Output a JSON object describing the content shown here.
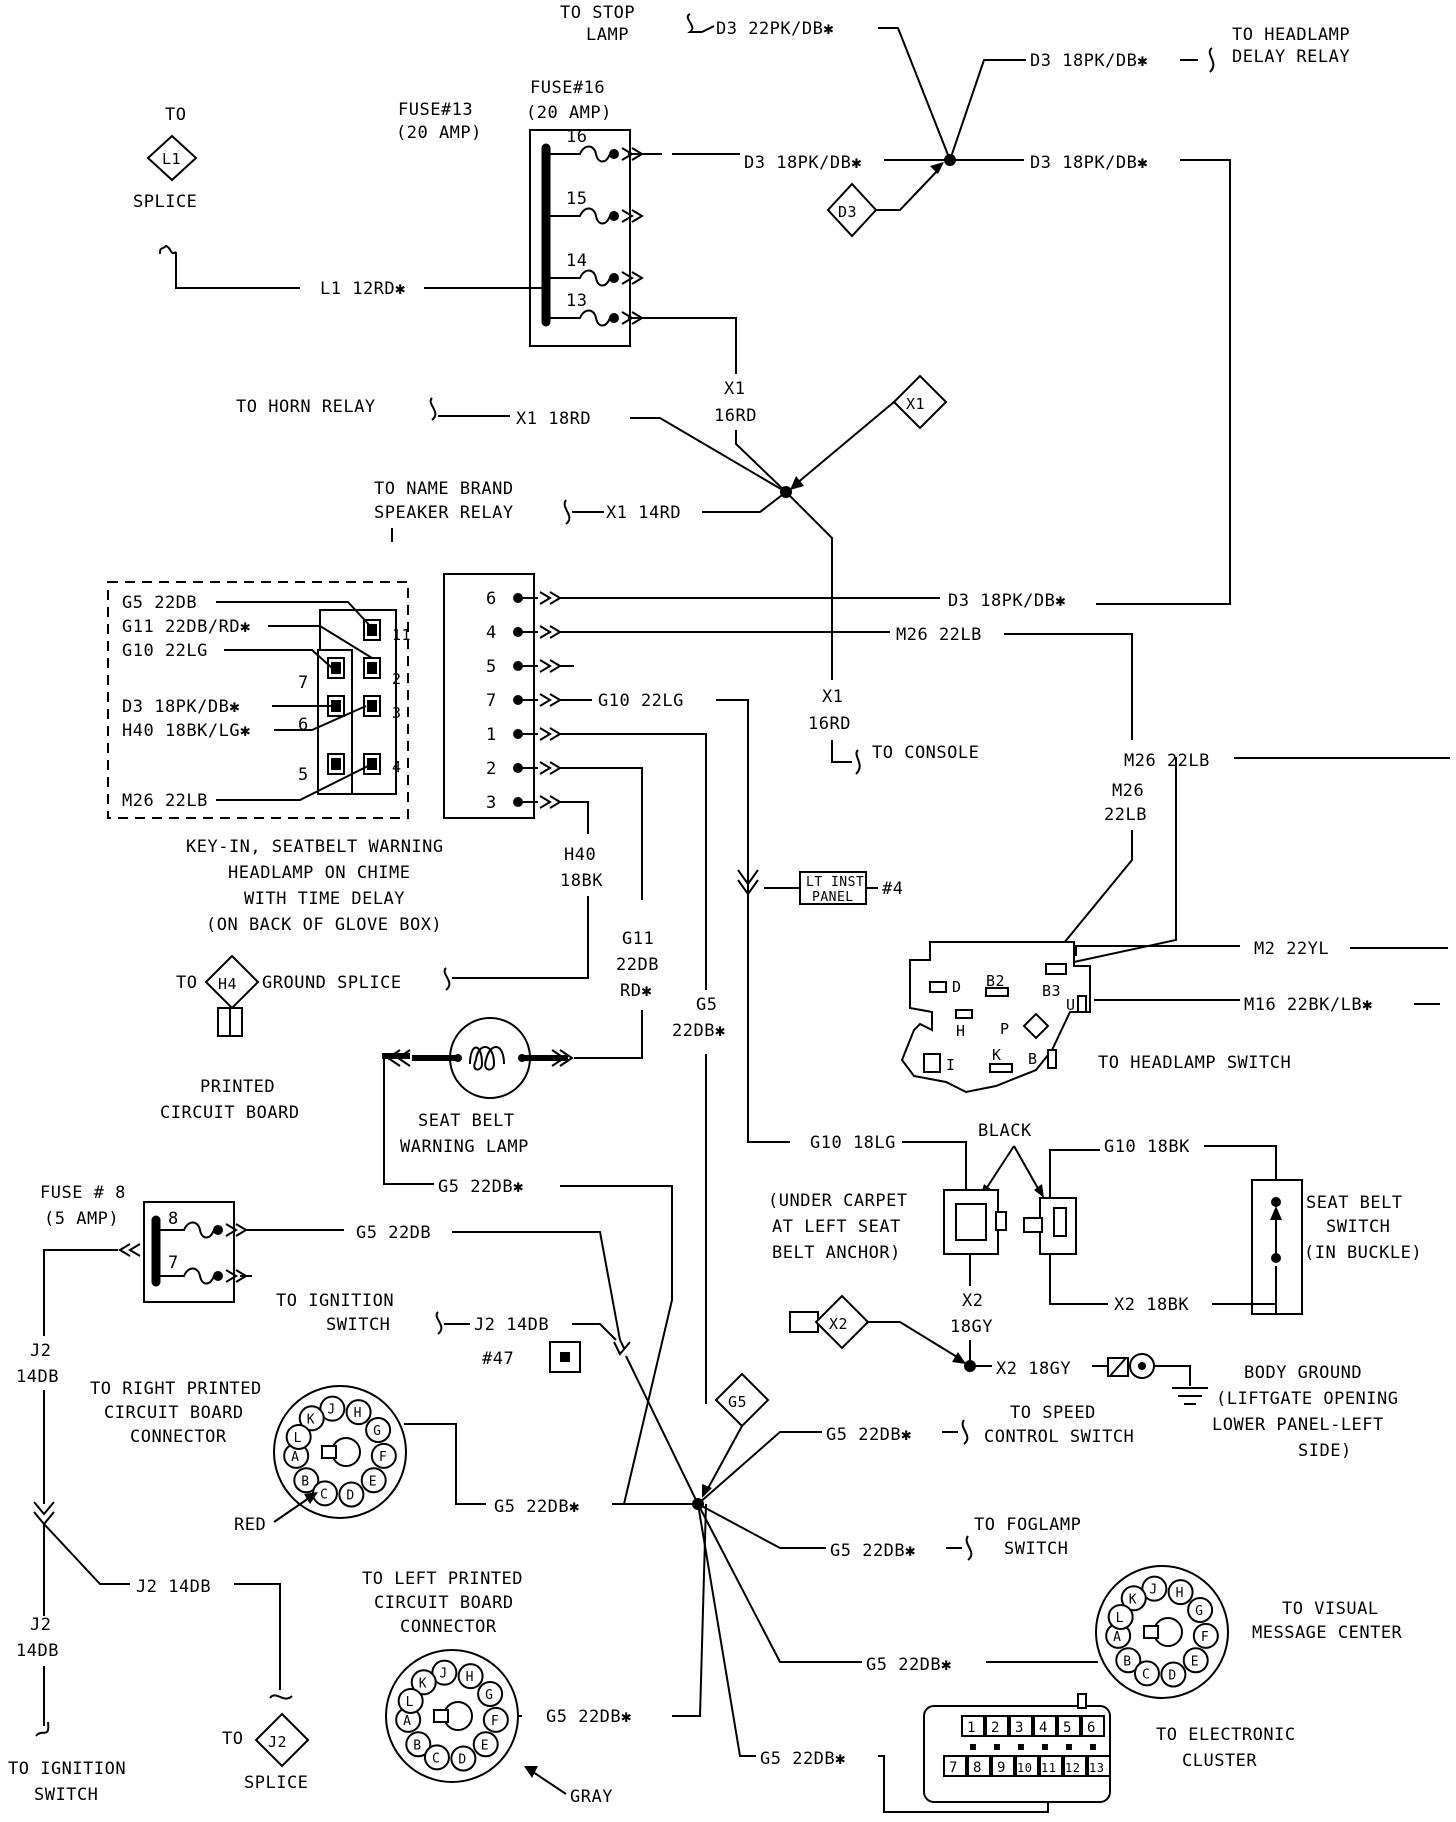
{
  "stop": {
    "l1": "TO STOP",
    "l2": "LAMP",
    "w": "D3 22PK/DB✱"
  },
  "hdr": {
    "l1": "TO HEADLAMP",
    "l2": "DELAY RELAY",
    "w": "D3 18PK/DB✱"
  },
  "fuse13": {
    "l1": "FUSE#13",
    "l2": "(20 AMP)"
  },
  "fuse16": {
    "l1": "FUSE#16",
    "l2": "(20 AMP)"
  },
  "fuse_nums": [
    "16",
    "15",
    "14",
    "13"
  ],
  "splice_l1": {
    "to": "TO",
    "id": "L1",
    "label": "SPLICE"
  },
  "w_l1": "L1 12RD✱",
  "w_d3_f16": "D3 18PK/DB✱",
  "w_d3_right": "D3 18PK/DB✱",
  "d3_tag": "D3",
  "x1_tag": "X1",
  "horn": {
    "label": "TO HORN RELAY",
    "w": "X1 18RD"
  },
  "x1_16rd": {
    "l1": "X1",
    "l2": "16RD"
  },
  "namebrand": {
    "l1": "TO NAME BRAND",
    "l2": "SPEAKER RELAY",
    "w": "X1 14RD"
  },
  "x1_lower": {
    "l1": "X1",
    "l2": "16RD",
    "console": "TO CONSOLE"
  },
  "chime_pins": [
    "6",
    "4",
    "5",
    "7",
    "1",
    "2",
    "3"
  ],
  "w_pin6": "D3 18PK/DB✱",
  "w_pin4": "M26 22LB",
  "w_pin7": "G10 22LG",
  "dash_labels": [
    "G5 22DB",
    "G11 22DB/RD✱",
    "G10 22LG",
    "D3 18PK/DB✱",
    "H40 18BK/LG✱",
    "M26 22LB"
  ],
  "dash_nums_left": [
    "7",
    "6",
    "5"
  ],
  "dash_nums_right": [
    "11",
    "2",
    "3",
    "4"
  ],
  "chime_caption": [
    "KEY-IN, SEATBELT WARNING",
    "HEADLAMP ON CHIME",
    "WITH TIME DELAY",
    "(ON BACK OF GLOVE BOX)"
  ],
  "h40": {
    "l1": "H40",
    "l2": "18BK"
  },
  "h4": {
    "to": "TO",
    "id": "H4",
    "label": "GROUND SPLICE"
  },
  "g11": {
    "l1": "G11",
    "l2": "22DB",
    "l3": "RD✱"
  },
  "g5_mid": {
    "l1": "G5",
    "l2": "22DB✱"
  },
  "lt_inst": {
    "l1": "LT INST",
    "l2": "PANEL",
    "num": "#4"
  },
  "m26_vert": {
    "l1": "M26",
    "l2": "22LB"
  },
  "w_m26_right": "M26 22LB",
  "hl_switch": {
    "w_m2": "M2 22YL",
    "w_m16": "M16 22BK/LB✱",
    "label": "TO HEADLAMP SWITCH",
    "pins": [
      "D",
      "B2",
      "B3",
      "H",
      "P",
      "U",
      "I",
      "K",
      "B"
    ]
  },
  "pcb": {
    "l1": "PRINTED",
    "l2": "CIRCUIT BOARD"
  },
  "lamp": {
    "l1": "SEAT BELT",
    "l2": "WARNING LAMP"
  },
  "w_g5_lamp": "G5 22DB✱",
  "w_g10_18lg": "G10 18LG",
  "black": "BLACK",
  "w_g10_18bk": "G10 18BK",
  "carpet": [
    "(UNDER CARPET",
    "AT LEFT SEAT",
    "BELT ANCHOR)"
  ],
  "sb_switch": [
    "SEAT BELT",
    "SWITCH",
    "(IN BUCKLE)"
  ],
  "x2_18gy": {
    "l1": "X2",
    "l2": "18GY"
  },
  "w_x2_18bk": "X2 18BK",
  "x2_tag": "X2",
  "w_x2_gy": "X2 18GY",
  "body_ground": [
    "BODY GROUND",
    "(LIFTGATE OPENING",
    "LOWER PANEL-LEFT",
    "SIDE)"
  ],
  "fuse8": {
    "l1": "FUSE # 8",
    "l2": "(5 AMP)",
    "n1": "8",
    "n2": "7"
  },
  "w_g5_f8": "G5 22DB",
  "ign_top": {
    "l1": "TO IGNITION",
    "l2": "SWITCH",
    "w": "J2 14DB"
  },
  "conn47": "#47",
  "j2_left": {
    "l1": "J2",
    "l2": "14DB"
  },
  "j2_left2": {
    "l1": "J2",
    "l2": "14DB"
  },
  "w_j2_mid": "J2 14DB",
  "ign_bot": {
    "l1": "TO IGNITION",
    "l2": "SWITCH"
  },
  "j2_splice": {
    "to": "TO",
    "id": "J2",
    "label": "SPLICE"
  },
  "rpcb": {
    "l1": "TO RIGHT PRINTED",
    "l2": "CIRCUIT BOARD",
    "l3": "CONNECTOR",
    "red": "RED"
  },
  "lpcb": {
    "l1": "TO LEFT PRINTED",
    "l2": "CIRCUIT BOARD",
    "l3": "CONNECTOR",
    "gray": "GRAY"
  },
  "round_pins": [
    "A",
    "B",
    "C",
    "D",
    "E",
    "F",
    "G",
    "H",
    "J",
    "K",
    "L"
  ],
  "g5_tag": "G5",
  "w_g5_r": "G5 22DB✱",
  "w_g5_l": "G5 22DB✱",
  "speed": {
    "w": "G5 22DB✱",
    "l1": "TO SPEED",
    "l2": "CONTROL SWITCH"
  },
  "fog": {
    "w": "G5 22DB✱",
    "l1": "TO FOGLAMP",
    "l2": "SWITCH"
  },
  "vmc": {
    "w": "G5 22DB✱",
    "l1": "TO VISUAL",
    "l2": "MESSAGE CENTER"
  },
  "cluster": {
    "w": "G5 22DB✱",
    "l1": "TO ELECTRONIC",
    "l2": "CLUSTER",
    "pins_top": [
      "1",
      "2",
      "3",
      "4",
      "5",
      "6"
    ],
    "pins_bot": [
      "7",
      "8",
      "9",
      "10",
      "11",
      "12",
      "13"
    ]
  }
}
